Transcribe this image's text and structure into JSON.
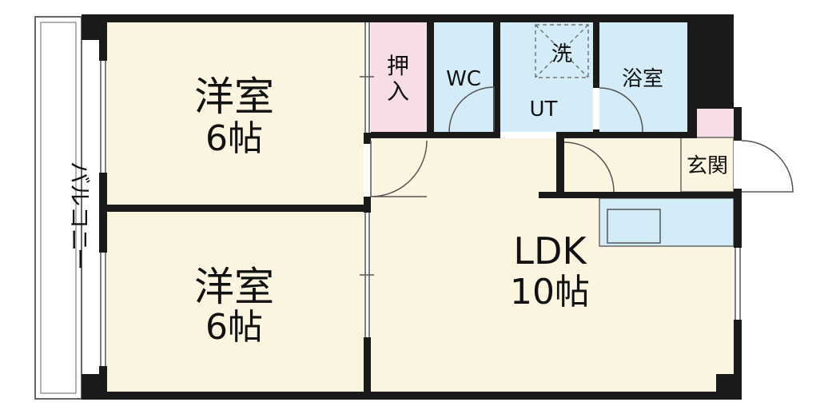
{
  "colors": {
    "wall": "#1a1a1a",
    "room": "#fbf4e0",
    "wet": "#d4ecf7",
    "closet": "#f7dde6",
    "outline": "#555555"
  },
  "rooms": {
    "bedroom_top": {
      "name": "洋室",
      "size": "6帖"
    },
    "bedroom_bottom": {
      "name": "洋室",
      "size": "6帖"
    },
    "ldk": {
      "name": "LDK",
      "size": "10帖"
    },
    "closet": {
      "line1": "押",
      "line2": "入"
    },
    "wc": {
      "name": "WC"
    },
    "laundry": {
      "name": "洗"
    },
    "utility": {
      "name": "UT"
    },
    "bath": {
      "name": "浴室"
    },
    "entrance": {
      "name": "玄関"
    }
  },
  "balcony": {
    "chars": [
      "バ",
      "ル",
      "コ",
      "ニ",
      "ー"
    ]
  }
}
